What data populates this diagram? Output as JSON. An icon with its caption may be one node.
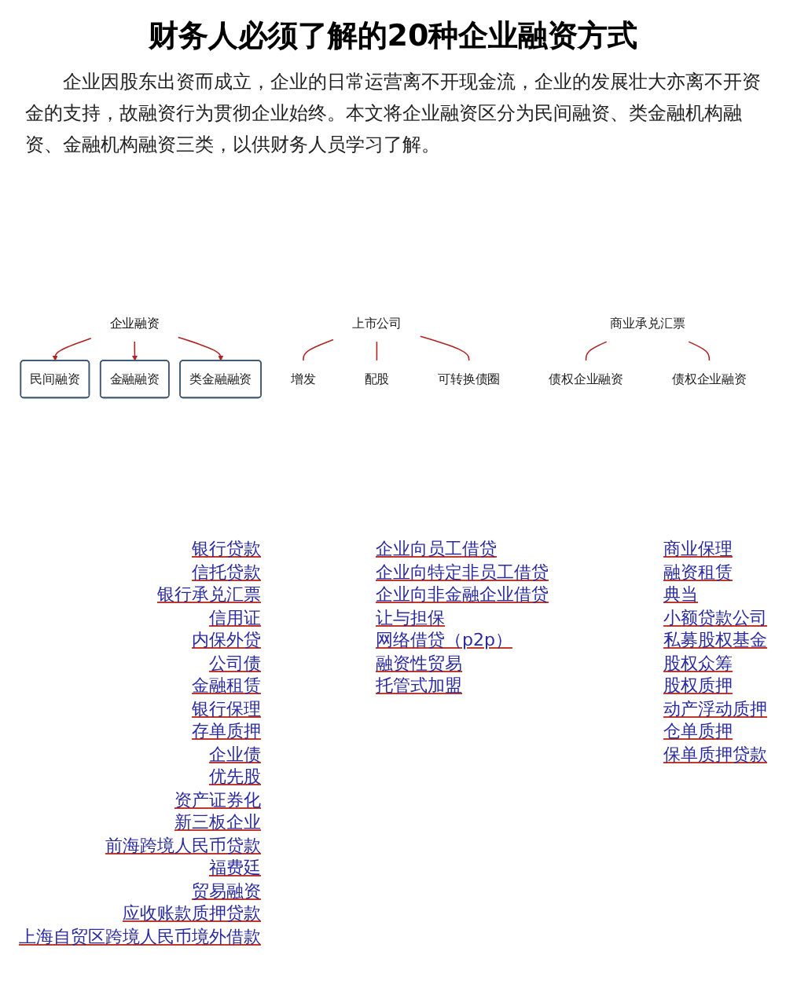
{
  "diagram": {
    "title": "财务人必须了解的20种企业融资方式",
    "nodes": [
      {
        "text": [
          "企业融资"
        ]
      },
      {
        "text": [
          "民间融资"
        ]
      },
      {
        "text": [
          "金融融资"
        ]
      },
      {
        "text": [
          "类金融融资"
        ]
      },
      {
        "text": [
          "上市公司"
        ]
      },
      {
        "text": [
          "增发"
        ]
      },
      {
        "text": [
          "配股"
        ]
      },
      {
        "text": [
          "可转换债圈"
        ]
      },
      {
        "text": [
          "商业承兑汇票"
        ]
      },
      {
        "text": [
          "债权企业融资"
        ]
      },
      {
        "text": [
          "债权企业融资"
        ]
      }
    ],
    "edges": [
      {
        "from": 0,
        "to": 1,
        "arrow": "to"
      },
      {
        "from": 0,
        "to": 2,
        "arrow": "to"
      },
      {
        "from": 0,
        "to": 3,
        "arrow": "to"
      },
      {
        "from": 4,
        "to": 5,
        "arrow": "none"
      },
      {
        "from": 4,
        "to": 6,
        "arrow": "none"
      },
      {
        "from": 4,
        "to": 7,
        "arrow": "none"
      },
      {
        "from": 8,
        "to": 9,
        "arrow": "none"
      },
      {
        "from": 8,
        "to": 10,
        "arrow": "none"
      }
    ],
    "labels": [
      "企业因股东出资而成立，企业的日常运营离不开现金流，企业的发展壮大亦离不开资金的支持，故融资行为贯彻企业始终。本文将企业融资区分为民间融资、类金融机构融资、金融机构融资三类，以供财务人员学习了解。",
      "银行贷款",
      "信托贷款",
      "银行承兑汇票",
      "信用证",
      "内保外贷",
      "公司债",
      "金融租赁",
      "银行保理",
      "存单质押",
      "企业债",
      "优先股",
      "资产证券化",
      "企业向员工借贷",
      "企业向特定非员工借贷",
      "企业向非金融企业借贷",
      "让与担保",
      "网络借贷（p2p）",
      "融资性贸易",
      "托管式加盟",
      "新三板企业",
      "前海跨境人民币贷款",
      "福费廷",
      "贸易融资",
      "应收账款质押贷款",
      "上海自贸区跨境人民币境外借款",
      "商业保理",
      "融资租赁",
      "典当",
      "小额贷款公司",
      "私募股权基金",
      "股权众筹",
      "股权质押",
      "动产浮动质押",
      "仓单质押",
      "保单质押贷款"
    ]
  }
}
